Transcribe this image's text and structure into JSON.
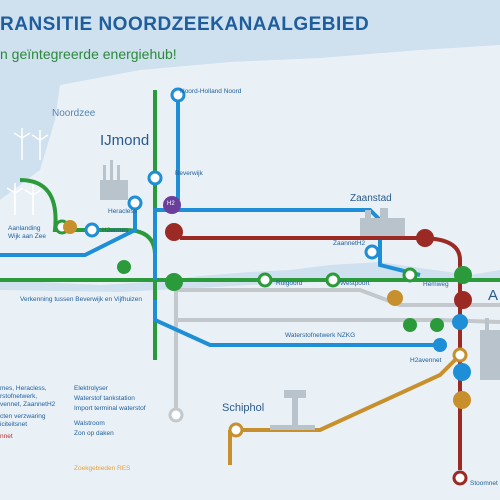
{
  "title": "RANSITIE NOORDZEEKANAALGEBIED",
  "subtitle": "n geïntegreerde energiehub!",
  "colors": {
    "sea": "#cfe0ee",
    "land": "#e9f1f7",
    "green": "#2a9a3a",
    "blue": "#1e8fd6",
    "red": "#9c2a24",
    "gray": "#c3c8cc",
    "orange": "#c8902c",
    "navy": "#1f5e9c"
  },
  "regions": {
    "noordzee": "Noordzee",
    "ijmond": "IJmond",
    "zaanstad": "Zaanstad",
    "schiphol": "Schiphol",
    "amsterdam_partial": "A"
  },
  "labels": {
    "noord_holland_noord": "Noord-Holland Noord",
    "beverwijk": "Beverwijk",
    "heracless": "Heracless",
    "h2ermes": "H2ermes",
    "aanlanding_line1": "Aanlanding",
    "aanlanding_line2": "Wijk aan Zee",
    "zaannet_h2": "ZaannetH2",
    "verkenning": "Verkenning tussen Beverwijk en Vijfhuizen",
    "ruigoord": "Ruigoord",
    "westpoort": "Westpoort",
    "hemweg": "Hemweg",
    "waterstofnetwerk_nzkg": "Waterstofnetwerk NZKG",
    "h2avennet": "H2avennet",
    "stoomnet": "Stoomnet",
    "h2_icon_text": "H2"
  },
  "legend": {
    "left_line1": "mes, Heracless,",
    "left_line2": "rstofnetwerk,",
    "left_line3": "vennet, ZaannetH2",
    "left_line4": "cten verzwaring",
    "left_line5": "iciteitsnet",
    "left_line6": "nnet",
    "elektrolyser": "Elektrolyser",
    "waterstof_tankstation": "Waterstof tankstation",
    "import_terminal": "Import terminal waterstof",
    "walstroom": "Walstroom",
    "zon_op_daken": "Zon op daken",
    "zoekgebieden_res": "Zoekgebieden RES"
  }
}
